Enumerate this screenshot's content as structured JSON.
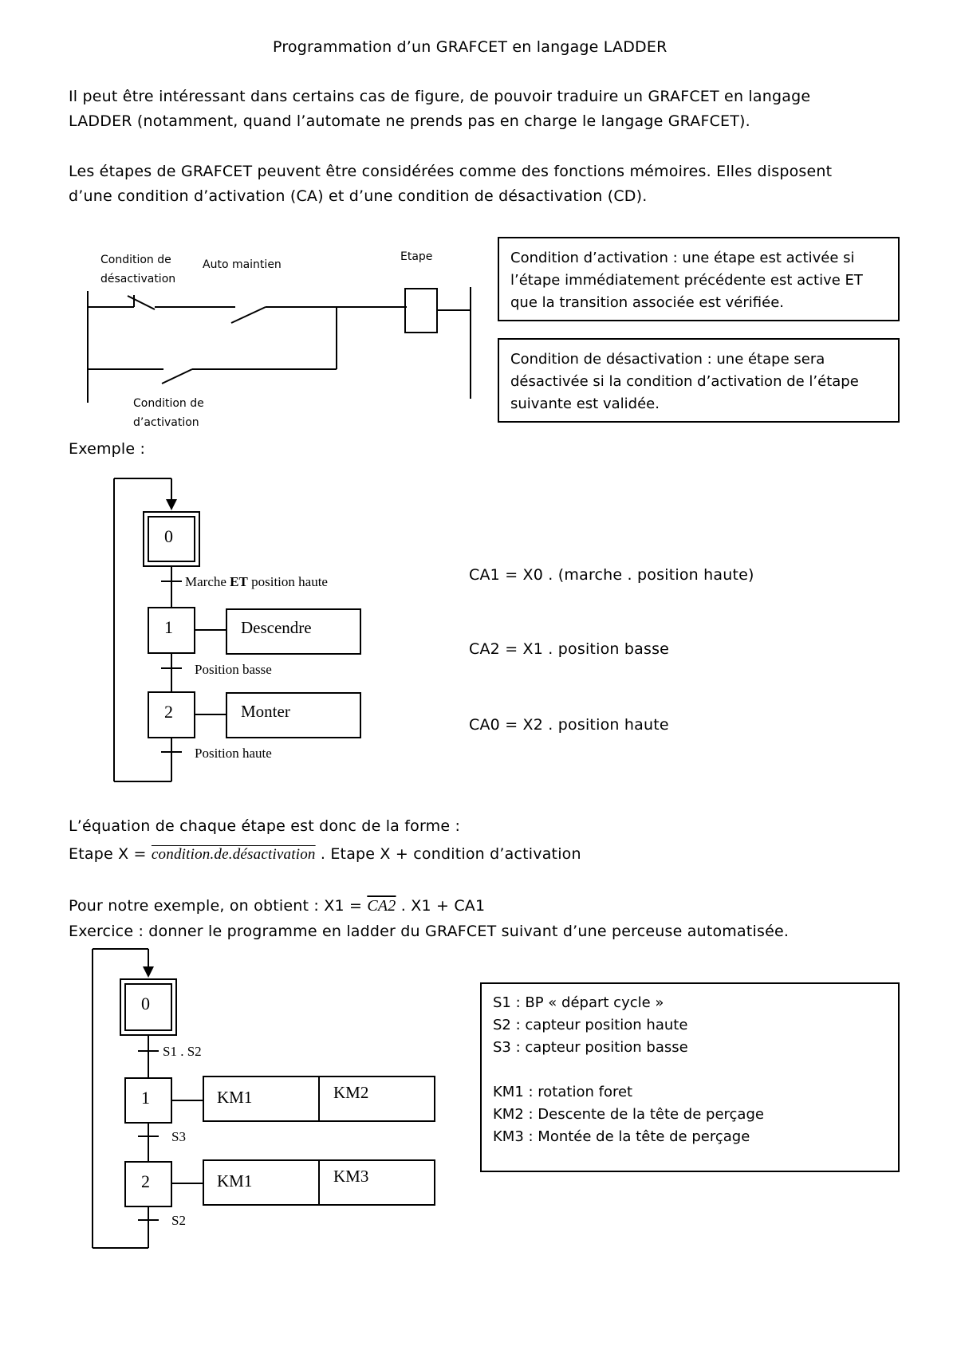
{
  "title": "Programmation d’un GRAFCET en langage LADDER",
  "intro": {
    "p1_l1": "Il peut être intéressant dans certains cas de figure, de pouvoir traduire un GRAFCET en langage",
    "p1_l2": "LADDER (notamment, quand l’automate ne prends pas en charge le langage GRAFCET).",
    "p2_l1": "Les étapes de GRAFCET peuvent être considérées comme des fonctions mémoires. Elles disposent",
    "p2_l2": "d’une condition d’activation (CA) et d’une condition de désactivation (CD)."
  },
  "ladder": {
    "label_cd_l1": "Condition de",
    "label_cd_l2": "désactivation",
    "label_auto": "Auto maintien",
    "label_etape": "Etape",
    "label_ca_l1": "Condition de",
    "label_ca_l2": "d’activation"
  },
  "box_activation": [
    "Condition d’activation : une étape est activée si",
    "l’étape immédiatement précédente est active ET",
    "que la transition associée est vérifiée."
  ],
  "box_desactivation": [
    "Condition de désactivation : une étape sera",
    "désactivée si la condition d’activation de l’étape",
    "suivante est validée."
  ],
  "exemple_label": "Exemple :",
  "grafcet1": {
    "step0": "0",
    "step1": "1",
    "step2": "2",
    "t1": "Marche ET position haute",
    "t1_bold": "ET",
    "t1_pre": "Marche ",
    "t1_post": " position haute",
    "t2": "Position basse",
    "t3": "Position haute",
    "action1": "Descendre",
    "action2": "Monter"
  },
  "equations": {
    "ca1": "CA1 = X0 . (marche . position haute)",
    "ca2": "CA2 = X1 . position basse",
    "ca0": "CA0 = X2 . position haute"
  },
  "equation_form": {
    "line1": "L’équation de chaque étape est donc de la forme :",
    "prefix": "Etape X = ",
    "overlined": "condition.de.désactivation",
    "suffix": " . Etape X + condition d’activation"
  },
  "example_result": {
    "prefix": "Pour notre exemple, on obtient : X1 = ",
    "overlined": "CA2",
    "suffix": " . X1 + CA1"
  },
  "exercise": "Exercice : donner le programme en ladder du GRAFCET suivant d’une perceuse automatisée.",
  "grafcet2": {
    "step0": "0",
    "step1": "1",
    "step2": "2",
    "t1": "S1 . S2",
    "t2": "S3",
    "t3": "S2",
    "a1a": "KM1",
    "a1b": "KM2",
    "a2a": "KM1",
    "a2b": "KM3"
  },
  "legend": [
    "S1 : BP « départ cycle »",
    "S2 : capteur position haute",
    "S3 : capteur position basse",
    "",
    "KM1 : rotation foret",
    "KM2 : Descente de la tête de perçage",
    "KM3 : Montée de la tête de perçage"
  ]
}
